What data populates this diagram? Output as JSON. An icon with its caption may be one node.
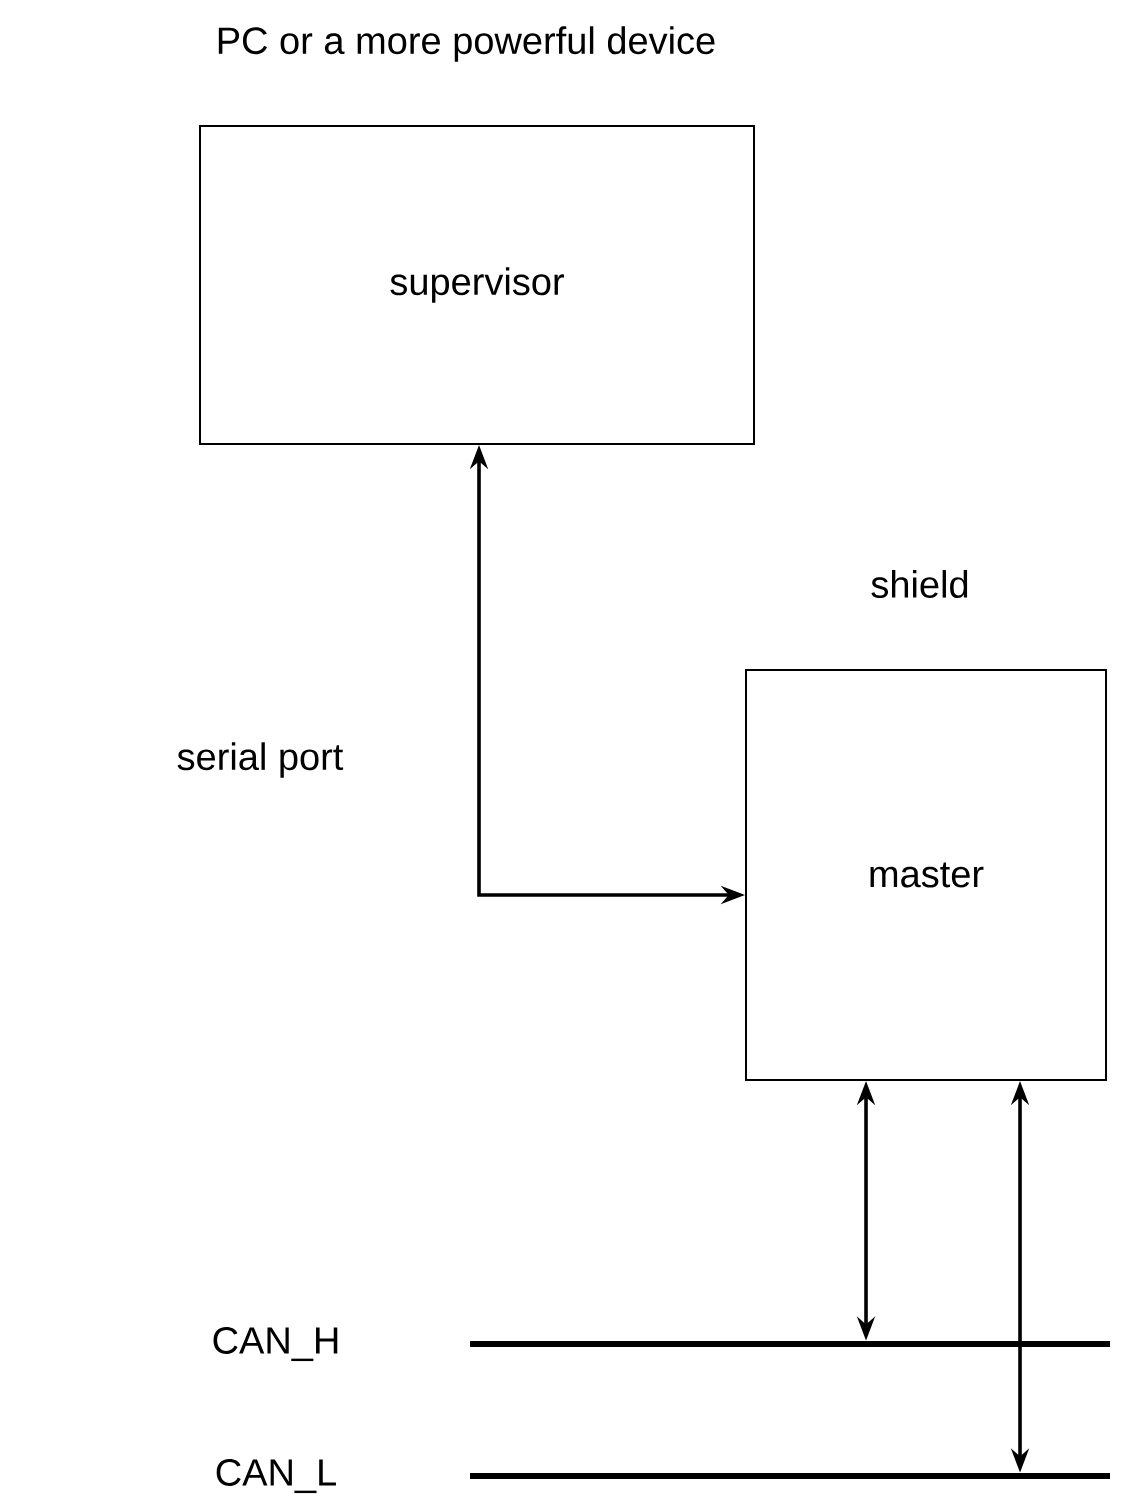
{
  "diagram": {
    "nodes": [
      {
        "text": [
          "PC or a more powerful device",
          "supervisor"
        ]
      },
      {
        "text": [
          "shield",
          "master"
        ]
      },
      {
        "text": [
          "CAN_H"
        ]
      },
      {
        "text": [
          "CAN_L"
        ]
      }
    ],
    "edges": [
      {
        "from": 0,
        "to": 1,
        "arrow": "both",
        "label": "serial port"
      },
      {
        "from": 1,
        "to": 2,
        "arrow": "both"
      },
      {
        "from": 1,
        "to": 3,
        "arrow": "both"
      }
    ]
  }
}
